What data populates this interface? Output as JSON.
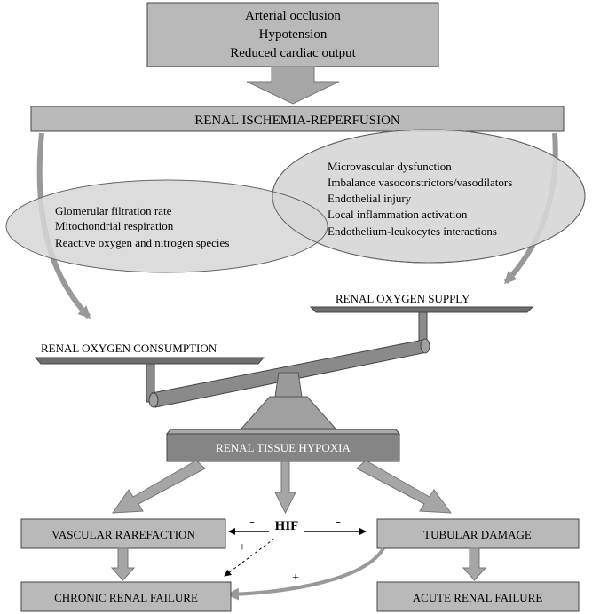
{
  "causes": [
    "Arterial occlusion",
    "Hypotension",
    "Reduced cardiac output"
  ],
  "main_title": "RENAL ISCHEMIA-REPERFUSION",
  "left_effects": [
    "Glomerular filtration rate",
    "Mitochondrial respiration",
    "Reactive oxygen and nitrogen species"
  ],
  "right_effects": [
    "Microvascular dysfunction",
    "Imbalance vasoconstrictors/vasodilators",
    "Endothelial injury",
    "Local inflammation activation",
    "Endothelium-leukocytes interactions"
  ],
  "supply_label": "RENAL OXYGEN SUPPLY",
  "consumption_label": "RENAL OXYGEN CONSUMPTION",
  "hypoxia_label": "RENAL TISSUE HYPOXIA",
  "hif_label": "HIF",
  "minus_sign": "-",
  "plus_sign": "+",
  "vascular_label": "VASCULAR RAREFACTION",
  "tubular_label": "TUBULAR DAMAGE",
  "chronic_label": "CHRONIC RENAL FAILURE",
  "acute_label": "ACUTE RENAL FAILURE",
  "colors": {
    "box_fill": "#b9b9b9",
    "ellipse_fill": "#d6d6d6",
    "arrow_fill": "#a6a6a6",
    "dark_fill": "#7a7a7a",
    "stroke": "#444444"
  }
}
